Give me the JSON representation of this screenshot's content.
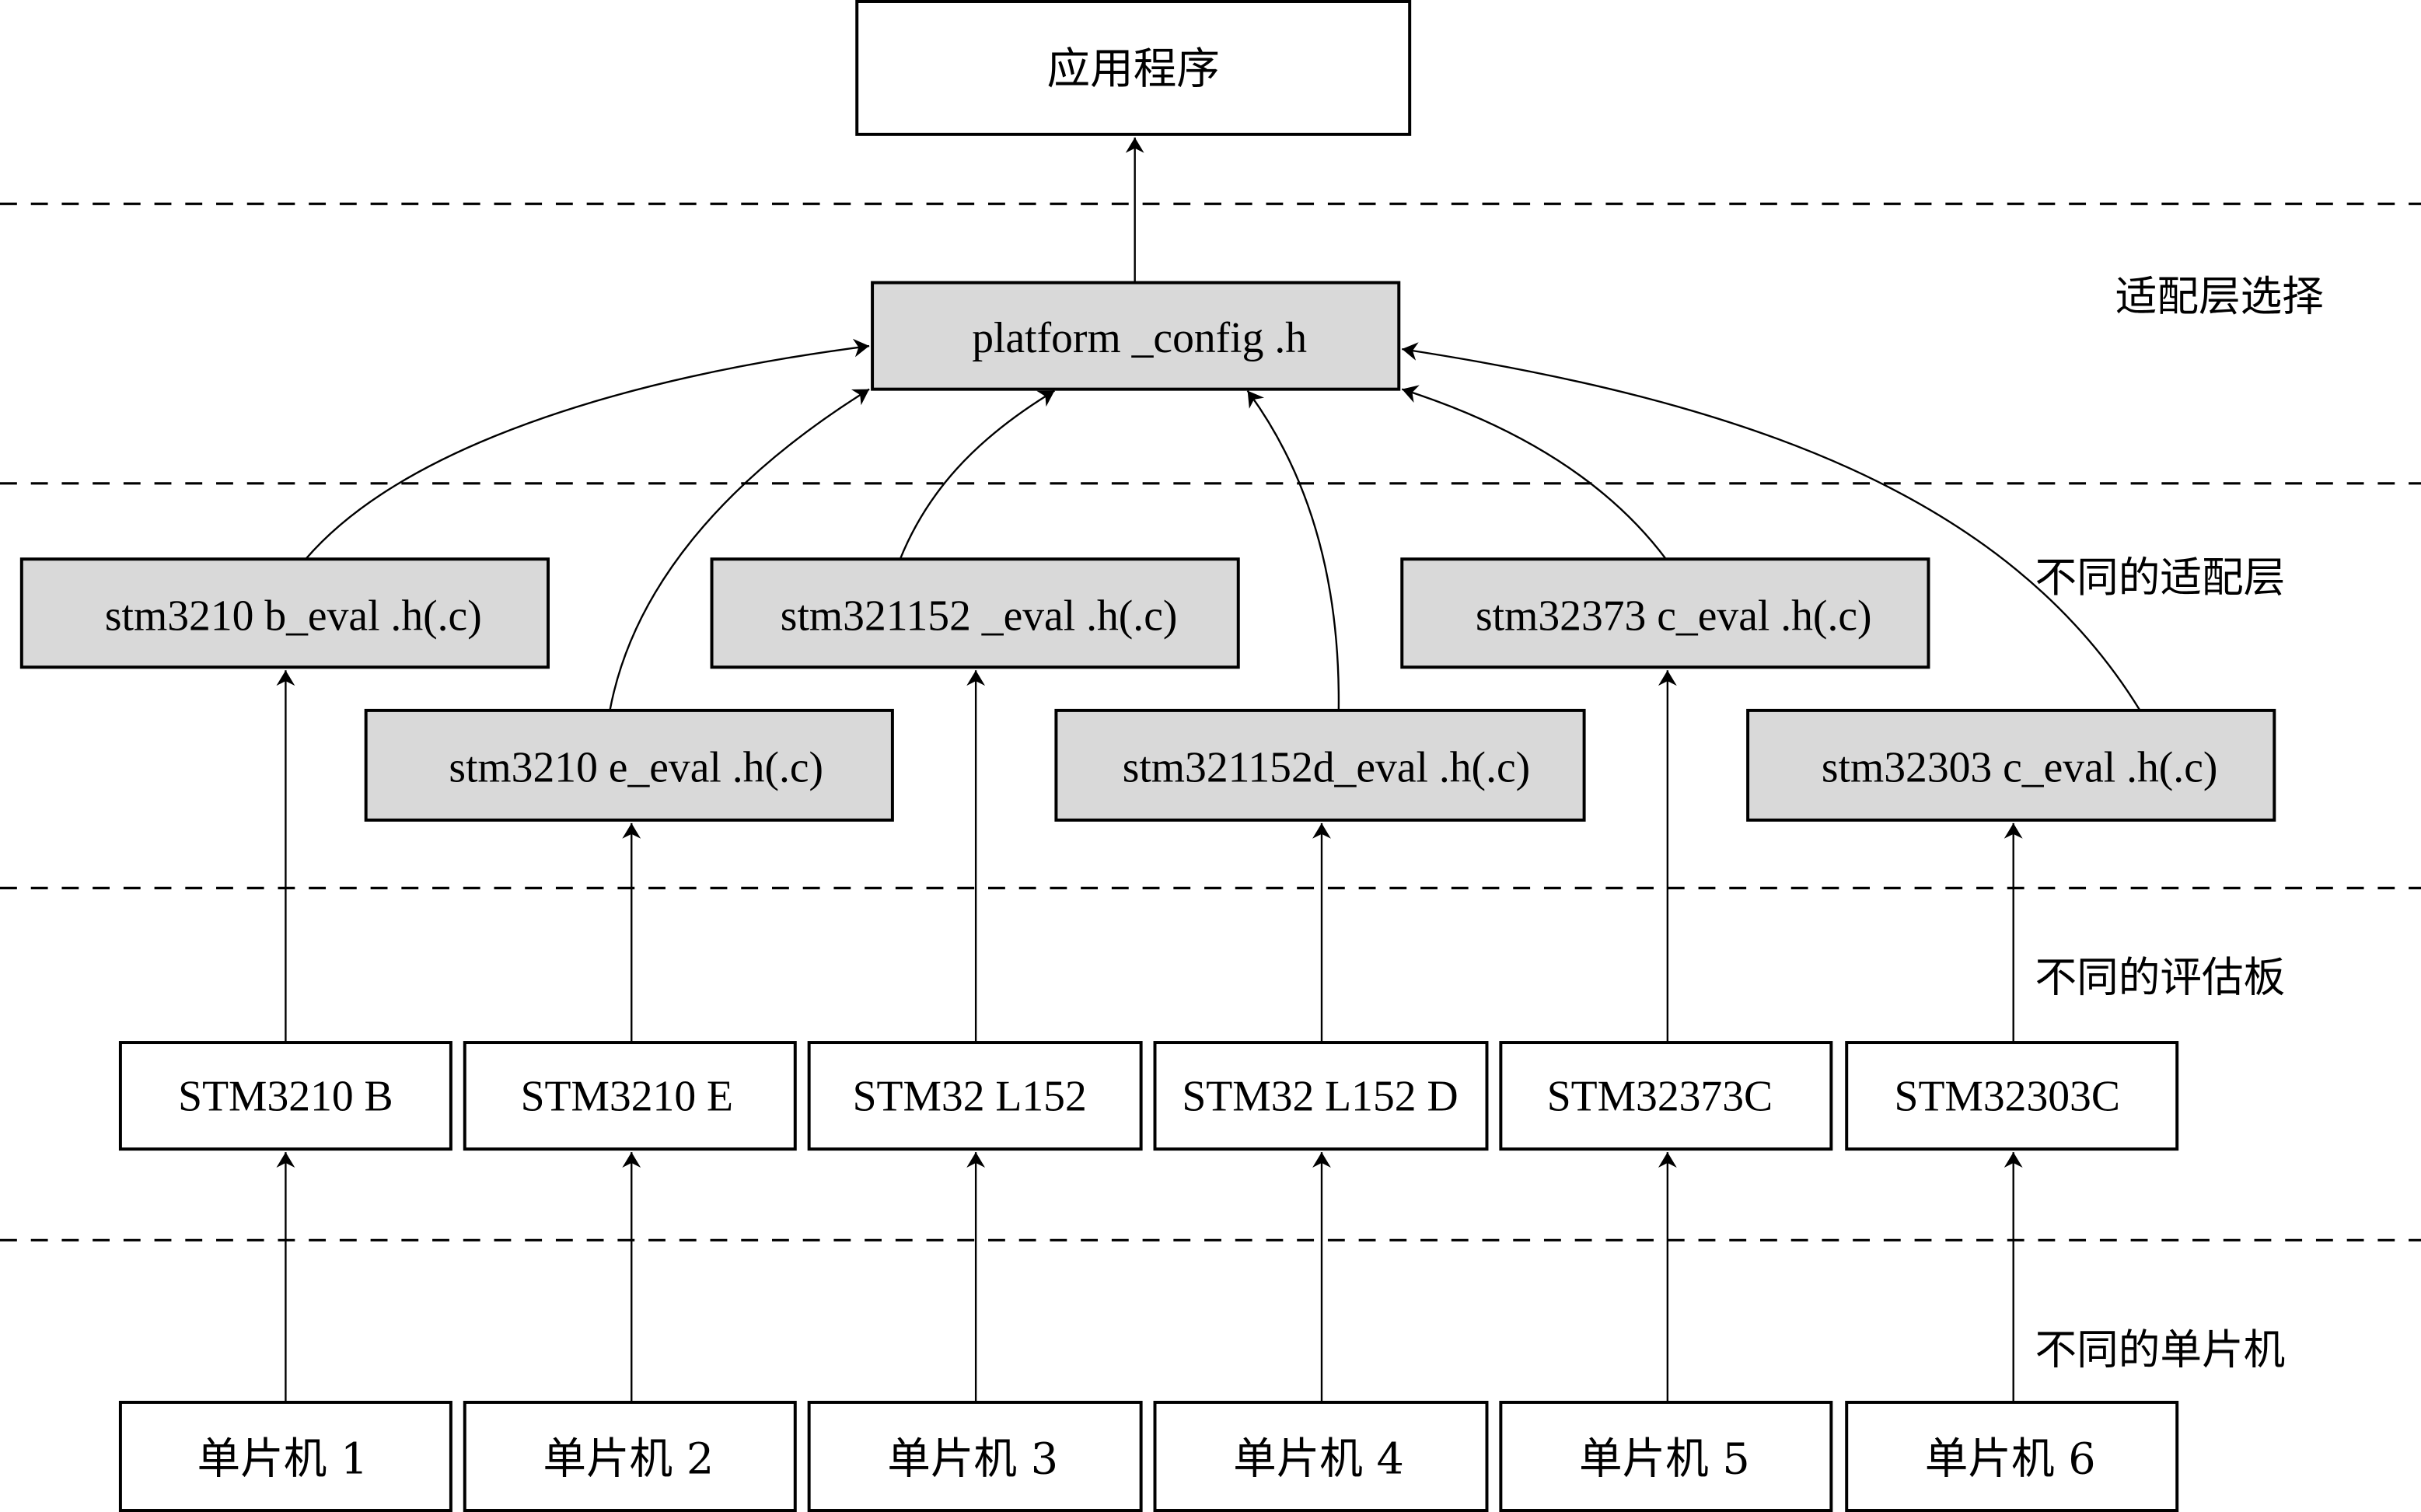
{
  "diagram": {
    "application": {
      "label": "应用程序"
    },
    "selector": {
      "label": "platform _config .h"
    },
    "adaptation_layers": [
      {
        "label": "stm3210 b_eval .h(.c)"
      },
      {
        "label": "stm3210 e_eval .h(.c)"
      },
      {
        "label": "stm321152 _eval .h(.c)"
      },
      {
        "label": "stm321152d_eval .h(.c)"
      },
      {
        "label": "stm32373 c_eval .h(.c)"
      },
      {
        "label": "stm32303 c_eval .h(.c)"
      }
    ],
    "eval_boards": [
      {
        "label": "STM3210 B"
      },
      {
        "label": "STM3210 E"
      },
      {
        "label": "STM32 L152"
      },
      {
        "label": "STM32 L152 D"
      },
      {
        "label": "STM32373C"
      },
      {
        "label": "STM32303C"
      }
    ],
    "mcus": [
      {
        "label": "单片机 1"
      },
      {
        "label": "单片机 2"
      },
      {
        "label": "单片机 3"
      },
      {
        "label": "单片机 4"
      },
      {
        "label": "单片机 5"
      },
      {
        "label": "单片机 6"
      }
    ],
    "layer_labels": {
      "selection": "适配层选择",
      "adaptation": "不同的适配层",
      "boards": "不同的评估板",
      "mcus": "不同的单片机"
    }
  }
}
